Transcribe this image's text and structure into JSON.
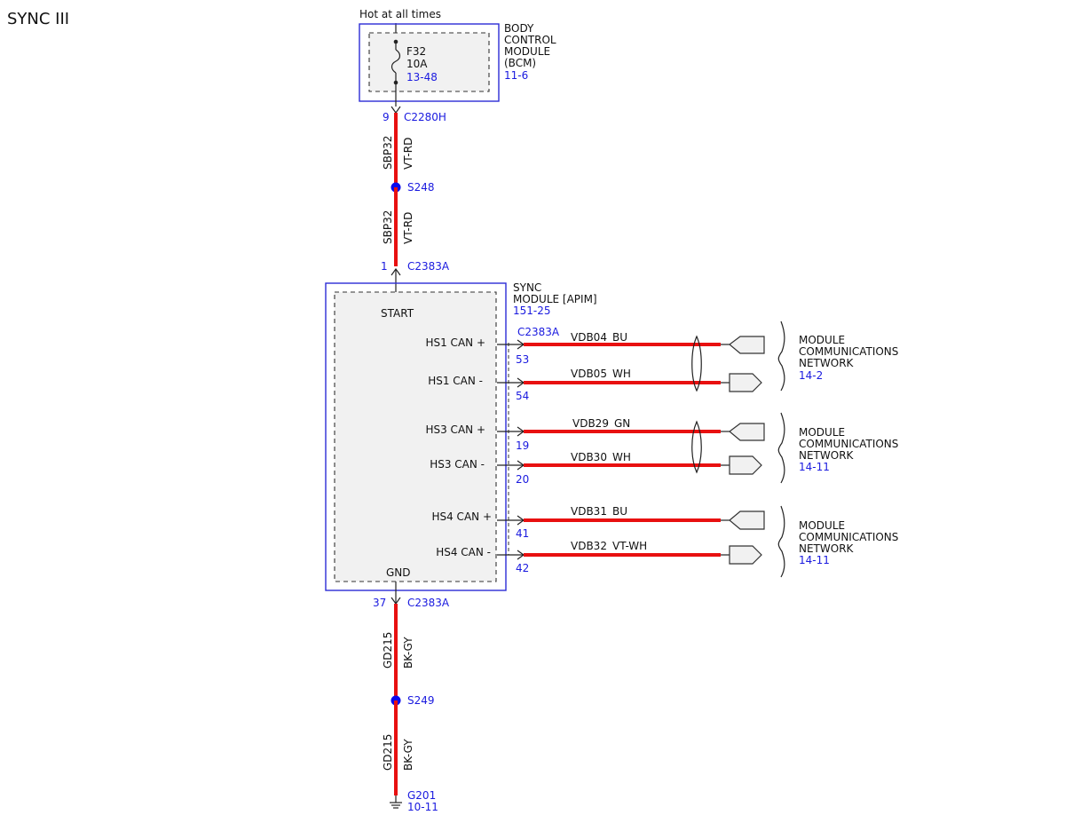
{
  "title": "SYNC III",
  "colors": {
    "wire": "#e81010",
    "reference": "#1a1adf",
    "module_border": "#2c2cd6",
    "splice": "#0a0aee"
  },
  "power_label": "Hot at all times",
  "bcm": {
    "name_lines": [
      "BODY",
      "CONTROL",
      "MODULE",
      "(BCM)"
    ],
    "ref": "11-6",
    "fuse": {
      "name": "F32",
      "rating": "10A",
      "ref": "13-48"
    }
  },
  "c2280h": {
    "pin": "9",
    "connector": "C2280H"
  },
  "upper_wires": [
    {
      "circuit": "SBP32",
      "color": "VT-RD"
    },
    {
      "circuit": "SBP32",
      "color": "VT-RD"
    }
  ],
  "s248": "S248",
  "c2383a_top": {
    "pin": "1",
    "connector": "C2383A"
  },
  "sync": {
    "name_lines": [
      "SYNC",
      "MODULE [APIM]"
    ],
    "ref": "151-25",
    "start_label": "START",
    "gnd_label": "GND",
    "connector": "C2383A",
    "pins": [
      {
        "label": "HS1 CAN +",
        "pin": "53",
        "circuit": "VDB04",
        "color": "BU"
      },
      {
        "label": "HS1 CAN -",
        "pin": "54",
        "circuit": "VDB05",
        "color": "WH"
      },
      {
        "label": "HS3 CAN +",
        "pin": "19",
        "circuit": "VDB29",
        "color": "GN"
      },
      {
        "label": "HS3 CAN -",
        "pin": "20",
        "circuit": "VDB30",
        "color": "WH"
      },
      {
        "label": "HS4 CAN +",
        "pin": "41",
        "circuit": "VDB31",
        "color": "BU"
      },
      {
        "label": "HS4 CAN -",
        "pin": "42",
        "circuit": "VDB32",
        "color": "VT-WH"
      }
    ]
  },
  "networks": [
    {
      "lines": [
        "MODULE",
        "COMMUNICATIONS",
        "NETWORK"
      ],
      "ref": "14-2"
    },
    {
      "lines": [
        "MODULE",
        "COMMUNICATIONS",
        "NETWORK"
      ],
      "ref": "14-11"
    },
    {
      "lines": [
        "MODULE",
        "COMMUNICATIONS",
        "NETWORK"
      ],
      "ref": "14-11"
    }
  ],
  "c2383a_bottom": {
    "pin": "37",
    "connector": "C2383A"
  },
  "lower_wires": [
    {
      "circuit": "GD215",
      "color": "BK-GY"
    },
    {
      "circuit": "GD215",
      "color": "BK-GY"
    }
  ],
  "s249": "S249",
  "ground": {
    "name": "G201",
    "ref": "10-11"
  }
}
